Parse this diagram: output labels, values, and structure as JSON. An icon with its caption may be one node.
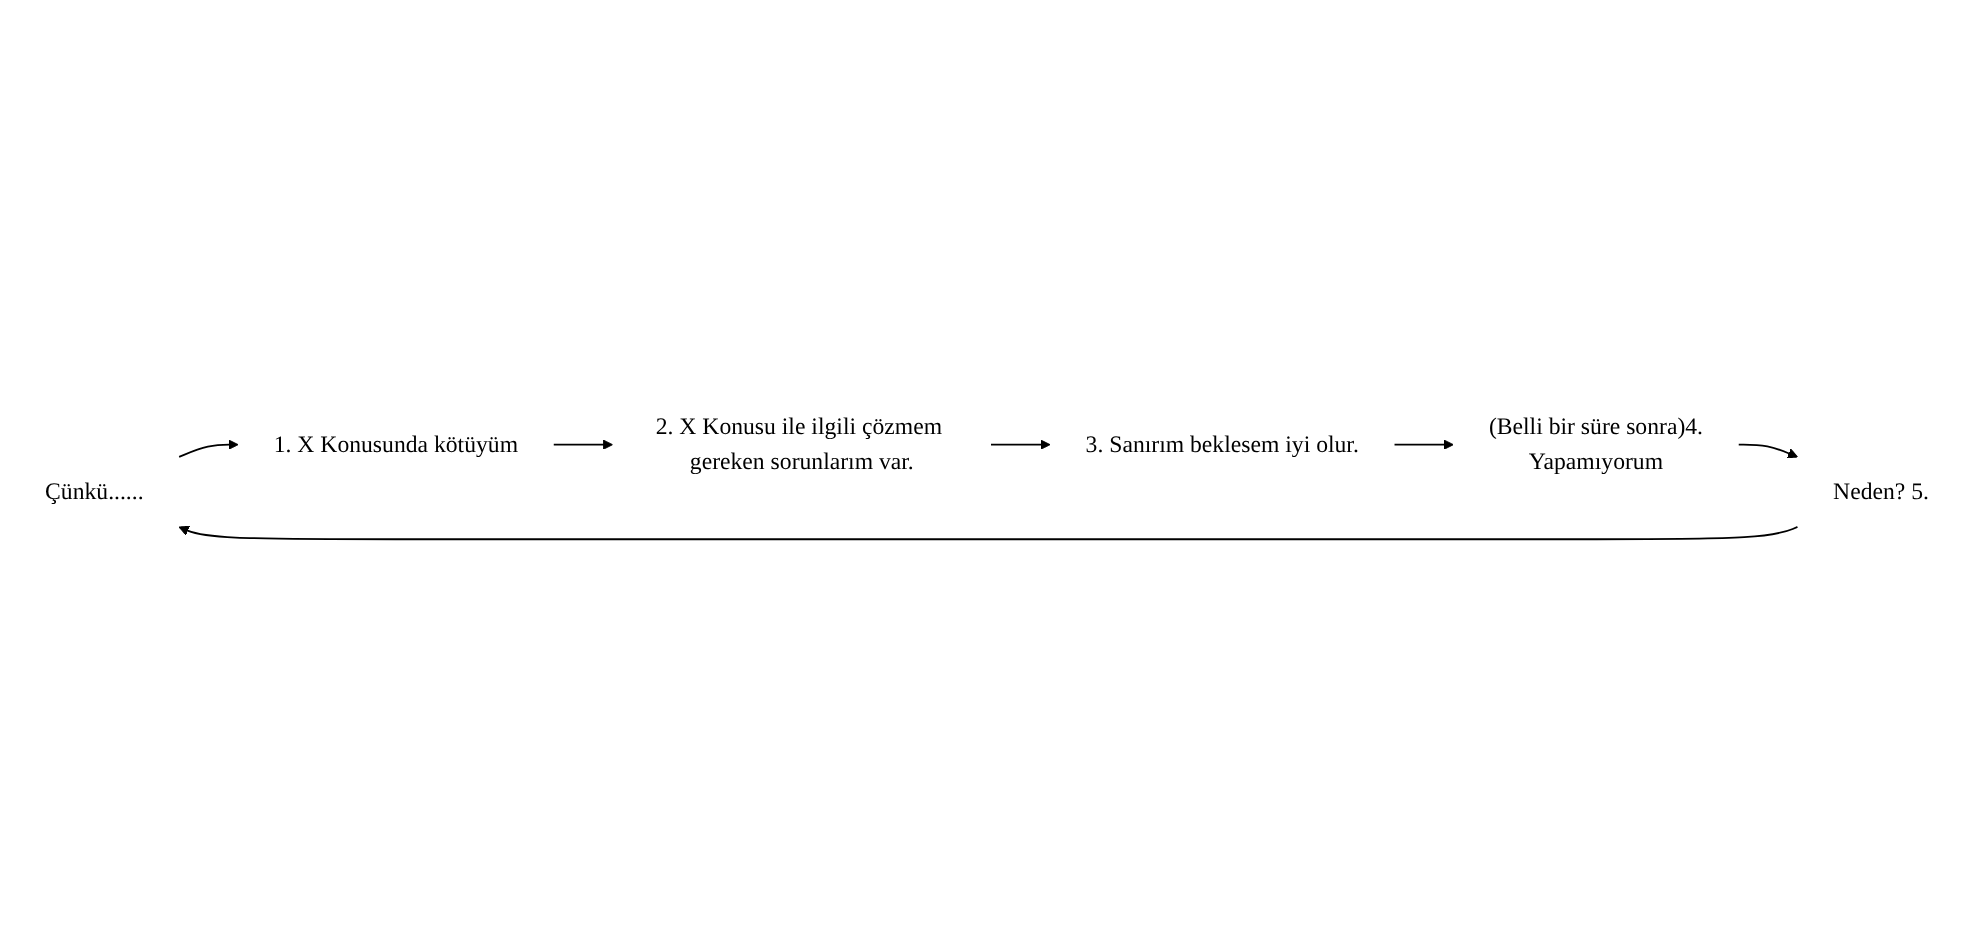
{
  "diagram": {
    "nodes": [
      {
        "text": [
          "Çünkü......"
        ]
      },
      {
        "text": [
          "1. X Konusunda kötüyüm"
        ]
      },
      {
        "text": [
          "2. X Konusu ile ilgili çözmem gereken sorunlarım var."
        ]
      },
      {
        "text": [
          "3. Sanırım beklesem iyi olur."
        ]
      },
      {
        "text": [
          "(Belli bir süre sonra)4.",
          "Yapamıyorum"
        ]
      },
      {
        "text": [
          "Neden? 5."
        ]
      }
    ],
    "edges": [
      {
        "from": 0,
        "to": 1,
        "arrow": "to"
      },
      {
        "from": 1,
        "to": 2,
        "arrow": "to"
      },
      {
        "from": 2,
        "to": 3,
        "arrow": "to"
      },
      {
        "from": 3,
        "to": 4,
        "arrow": "to"
      },
      {
        "from": 4,
        "to": 5,
        "arrow": "to"
      },
      {
        "from": 5,
        "to": 0,
        "arrow": "to"
      }
    ]
  }
}
